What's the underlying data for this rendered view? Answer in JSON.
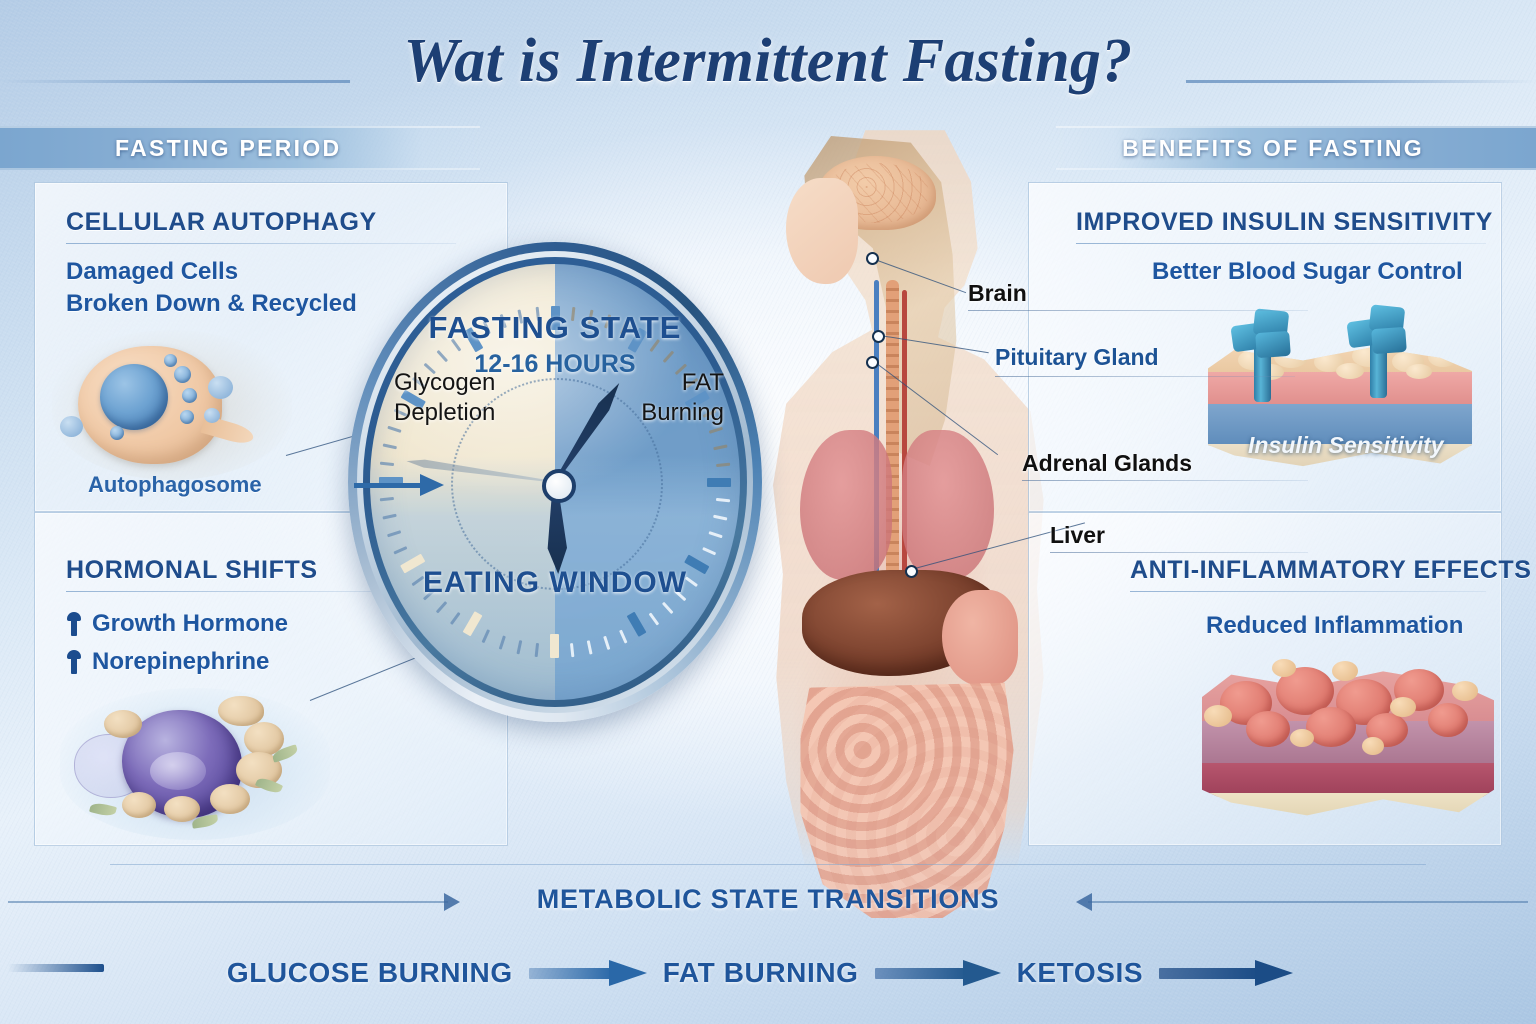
{
  "title": "Wat is Intermittent Fasting?",
  "banners": {
    "left": "FASTING PERIOD",
    "right": "BENEFITS OF FASTING"
  },
  "left_sections": [
    {
      "heading": "CELLULAR AUTOPHAGY",
      "subtitle_line1": "Damaged Cells",
      "subtitle_line2": "Broken Down & Recycled",
      "caption": "Autophagosome",
      "illustration": "cell-autophagosome-icon"
    },
    {
      "heading": "HORMONAL SHIFTS",
      "bullets": [
        {
          "icon": "up-arrow-icon",
          "label": "Growth Hormone"
        },
        {
          "icon": "up-arrow-icon",
          "label": "Norepinephrine"
        }
      ],
      "illustration": "hormone-gland-icon"
    }
  ],
  "right_sections": [
    {
      "heading": "IMPROVED INSULIN SENSITIVITY",
      "subtitle": "Better Blood Sugar Control",
      "illustration_label": "Insulin Sensitivity",
      "illustration": "insulin-receptor-tissue-icon"
    },
    {
      "heading": "ANTI-INFLAMMATORY EFFECTS",
      "subtitle": "Reduced Inflammation",
      "illustration": "inflamed-tissue-icon"
    }
  ],
  "clock": {
    "state_label": "FASTING STATE",
    "duration": "12-16 HOURS",
    "left_label_line1": "Glycogen",
    "left_label_line2": "Depletion",
    "right_label_line1": "FAT",
    "right_label_line2": "Burning",
    "bottom_label": "EATING WINDOW"
  },
  "anatomy_labels": [
    {
      "name": "Brain",
      "style": "dark"
    },
    {
      "name": "Pituitary Gland",
      "style": "blue"
    },
    {
      "name": "Adrenal Glands",
      "style": "dark"
    },
    {
      "name": "Liver",
      "style": "dark"
    }
  ],
  "bottom": {
    "transitions_label": "METABOLIC STATE TRANSITIONS",
    "stages": [
      "GLUCOSE BURNING",
      "FAT BURNING",
      "KETOSIS"
    ]
  },
  "colors": {
    "title_navy": "#1d3f74",
    "heading_blue": "#1f4c8b",
    "sub_blue": "#1e56a0",
    "banner_blue": "#7ba6cf",
    "background_blue": "#b8cfe7",
    "fasting_cream": "#fbeed2",
    "clock_blue": "#7aa7d1"
  }
}
